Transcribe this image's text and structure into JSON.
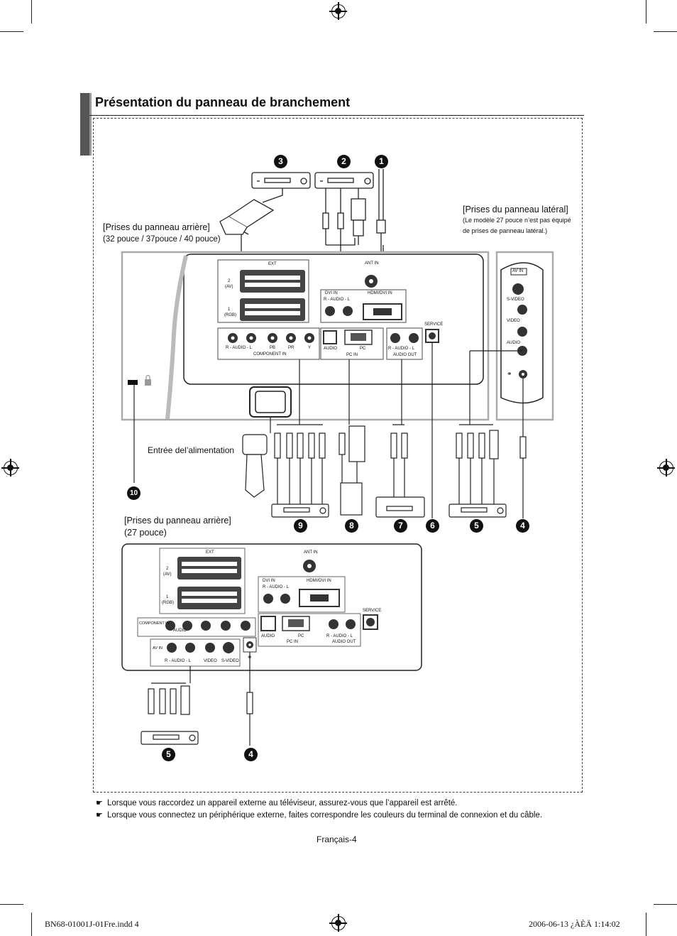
{
  "page": {
    "title": "Présentation du panneau de branchement",
    "page_number": "Français-4"
  },
  "labels": {
    "rear_panel_large_heading": "[Prises du panneau arrière]",
    "rear_panel_large_sizes": "(32 pouce / 37pouce / 40 pouce)",
    "side_panel_heading": "[Prises du panneau latéral]",
    "side_panel_note_line1": "(Le modèle 27 pouce n’est pas équipé",
    "side_panel_note_line2": "de prises de panneau latéral.)",
    "power_input": "Entrée del’alimentation",
    "rear_panel_27_heading": "[Prises du panneau arrière]",
    "rear_panel_27_size": "(27 pouce)"
  },
  "callouts": [
    "1",
    "2",
    "3",
    "4",
    "5",
    "6",
    "7",
    "8",
    "9",
    "10"
  ],
  "panel_labels": {
    "ext": "EXT",
    "av2": "2",
    "av2_sub": "(AV)",
    "rgb1": "1",
    "rgb1_sub": "(RGB)",
    "ant_in": "ANT IN",
    "dvi_in": "DVI IN",
    "hdmi_dvi_in": "HDMI/DVI IN",
    "audio_r_l": "R - AUDIO - L",
    "component_in": "COMPONENT IN",
    "pb": "PB",
    "pr": "PR",
    "y": "Y",
    "audio": "AUDIO",
    "pc": "PC",
    "pc_in": "PC IN",
    "audio_out": "AUDIO OUT",
    "service": "SERVICE",
    "av_in": "AV IN",
    "s_video": "S-VIDEO",
    "video": "VIDEO",
    "component_in_27": "COMPONENT IN",
    "audio_27": "AUDIO"
  },
  "notes": [
    "Lorsque vous raccordez un appareil externe au téléviseur, assurez-vous que l’appareil est arrêté.",
    "Lorsque vous connectez un périphérique externe, faites correspondre les couleurs du terminal de connexion et du câble."
  ],
  "slug": {
    "file": "BN68-01001J-01Fre.indd   4",
    "timestamp": "2006-06-13   ¿ÀÈÄ 1:14:02"
  },
  "icons": [
    "registration-mark-icon",
    "pointing-hand-icon",
    "lock-icon",
    "headphone-icon"
  ]
}
